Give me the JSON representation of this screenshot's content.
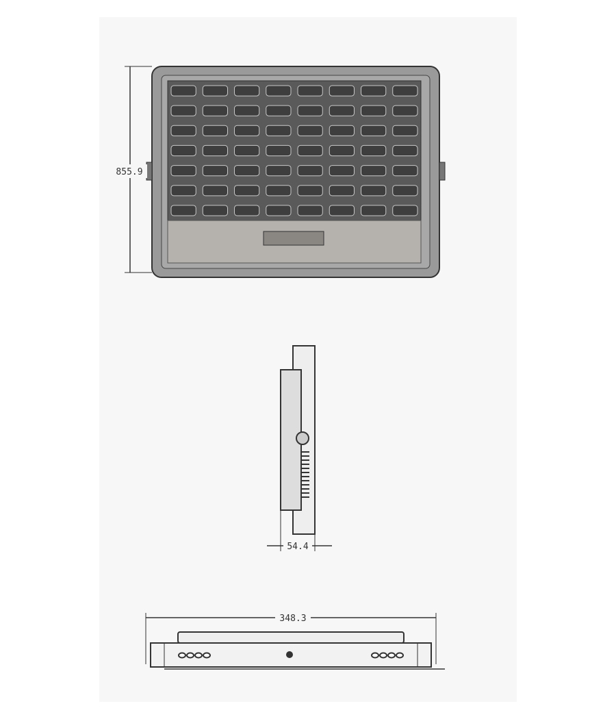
{
  "drawing": {
    "front_view": {
      "height_dimension": "855.9",
      "led_rows": 7,
      "led_columns": 8
    },
    "side_view": {
      "depth_dimension": "54.4"
    },
    "bottom_view": {
      "width_dimension": "348.3"
    },
    "colors": {
      "line": "#333333",
      "body": "#8a8a8a",
      "led_panel": "#5a5a5a",
      "logo_plate": "#b5b2ad"
    }
  }
}
